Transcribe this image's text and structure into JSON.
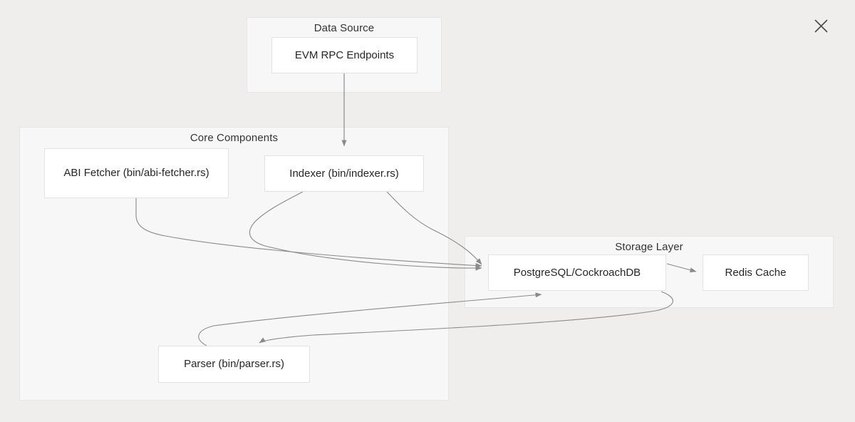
{
  "page": {
    "background_color": "#f0eeec",
    "close_icon": "close-icon"
  },
  "diagram": {
    "type": "architecture-flowchart",
    "clusters": [
      {
        "id": "data-source",
        "title": "Data Source"
      },
      {
        "id": "core-components",
        "title": "Core Components"
      },
      {
        "id": "storage-layer",
        "title": "Storage Layer"
      }
    ],
    "nodes": [
      {
        "id": "evm",
        "label": "EVM RPC Endpoints",
        "cluster": "data-source"
      },
      {
        "id": "abi",
        "label": "ABI Fetcher (bin/abi-fetcher.rs)",
        "cluster": "core-components"
      },
      {
        "id": "indexer",
        "label": "Indexer (bin/indexer.rs)",
        "cluster": "core-components"
      },
      {
        "id": "parser",
        "label": "Parser (bin/parser.rs)",
        "cluster": "core-components"
      },
      {
        "id": "postgres",
        "label": "PostgreSQL/CockroachDB",
        "cluster": "storage-layer"
      },
      {
        "id": "redis",
        "label": "Redis Cache",
        "cluster": "storage-layer"
      }
    ],
    "edges": [
      {
        "from": "evm",
        "to": "indexer"
      },
      {
        "from": "abi",
        "to": "postgres"
      },
      {
        "from": "indexer",
        "to": "postgres"
      },
      {
        "from": "indexer",
        "to": "parser"
      },
      {
        "from": "parser",
        "to": "postgres"
      },
      {
        "from": "postgres",
        "to": "redis"
      }
    ],
    "colors": {
      "cluster_fill": "#f7f7f7",
      "cluster_border": "#e6e6e6",
      "node_fill": "#ffffff",
      "node_border": "#e3e3e3",
      "edge_stroke": "#888888",
      "text": "#262626"
    }
  }
}
